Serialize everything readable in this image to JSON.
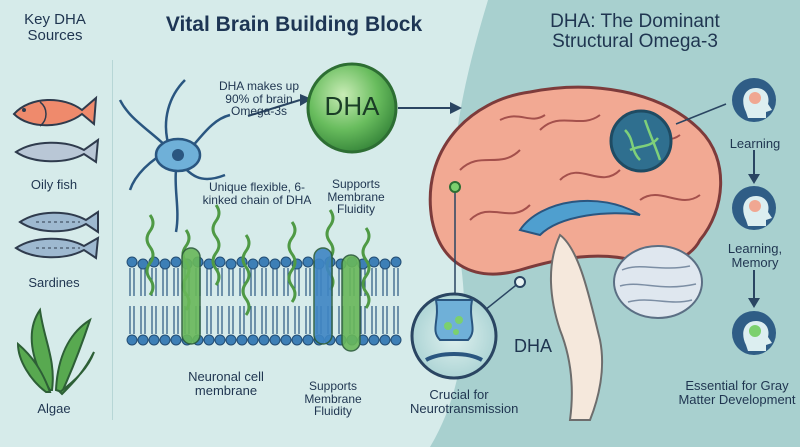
{
  "left_panel": {
    "title": "Key DHA Sources",
    "sources": [
      {
        "label": "Oily fish",
        "icon": "fish-icon"
      },
      {
        "label": "Sardines",
        "icon": "sardine-icon"
      },
      {
        "label": "Algae",
        "icon": "algae-icon"
      }
    ]
  },
  "center_panel": {
    "title": "Vital Brain Building Block",
    "badge": "DHA",
    "brain_share_note": "DHA makes up 90% of brain Omega-3s",
    "chain_note": "Unique flexible, 6-kinked chain of DHA",
    "fluidity_top": "Supports Membrane Fluidity",
    "fluidity_bottom": "Supports Membrane Fluidity",
    "membrane_label": "Neuronal cell membrane"
  },
  "right_panel": {
    "title": "DHA: The Dominant Structural Omega-3",
    "brain_label": "DHA",
    "synapse_label": "Crucial for Neurotransmission",
    "steps": [
      {
        "label": "Learning",
        "icon": "head-brain-icon"
      },
      {
        "label": "Learning, Memory",
        "icon": "head-brain-icon"
      },
      {
        "label": "Essential for Gray Matter Development",
        "icon": "head-brain-icon"
      }
    ]
  },
  "colors": {
    "background_left": "#d6ebea",
    "background_right": "#9ec9c8",
    "title_text": "#1d3554",
    "membrane_head": "#3d7fb6",
    "membrane_tail": "#4f9a45",
    "brain_cortex": "#f0a792",
    "dha_badge": "#4fae55"
  }
}
